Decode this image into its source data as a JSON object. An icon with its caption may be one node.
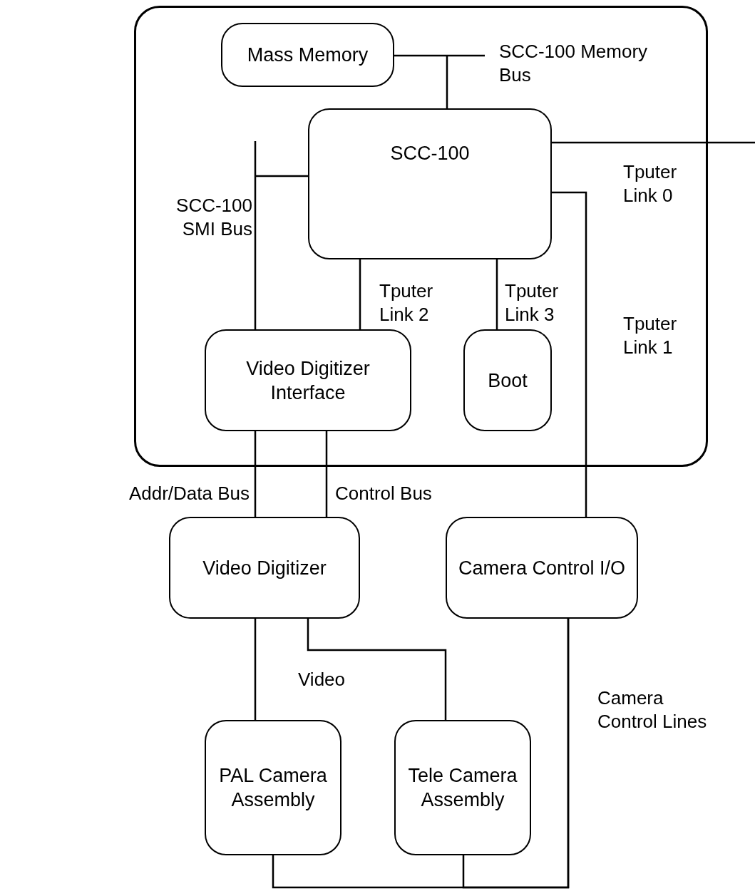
{
  "diagram": {
    "nodes": [
      {
        "text": [],
        "shape": "box"
      },
      {
        "text": [
          "Mass Memory"
        ],
        "in": 0
      },
      {
        "text": [
          "SCC-100"
        ],
        "in": 0
      },
      {
        "text": [
          "Video Digitizer Interface"
        ],
        "in": 0
      },
      {
        "text": [
          "Boot"
        ],
        "in": 0
      },
      {
        "text": [
          "Video Digitizer"
        ]
      },
      {
        "text": [
          "Camera Control I/O"
        ]
      },
      {
        "text": [
          "PAL Camera Assembly"
        ]
      },
      {
        "text": [
          "Tele Camera Assembly"
        ]
      }
    ],
    "edges": [
      {
        "from": 1,
        "to": 2,
        "arrow": "none",
        "label": "SCC-100 Memory Bus"
      },
      {
        "from": 2,
        "to": 3,
        "arrow": "none",
        "label": "SCC-100 SMI Bus"
      },
      {
        "from": 2,
        "to": 3,
        "arrow": "none",
        "label": "Tputer Link 2"
      },
      {
        "from": 2,
        "to": 4,
        "arrow": "none",
        "label": "Tputer Link 3"
      },
      {
        "from": 2,
        "to": null,
        "arrow": "none",
        "label": "Tputer Link 0"
      },
      {
        "from": 2,
        "to": 6,
        "arrow": "none",
        "label": "Tputer Link 1"
      },
      {
        "from": 3,
        "to": 5,
        "arrow": "none",
        "label": "Addr/Data Bus"
      },
      {
        "from": 3,
        "to": 5,
        "arrow": "none",
        "label": "Control Bus"
      },
      {
        "from": 5,
        "to": 7,
        "arrow": "none",
        "label": "Video"
      },
      {
        "from": 5,
        "to": 8,
        "arrow": "none"
      },
      {
        "from": 6,
        "to": 7,
        "arrow": "none",
        "label": "Camera Control Lines"
      },
      {
        "from": 6,
        "to": 8,
        "arrow": "none"
      }
    ]
  }
}
